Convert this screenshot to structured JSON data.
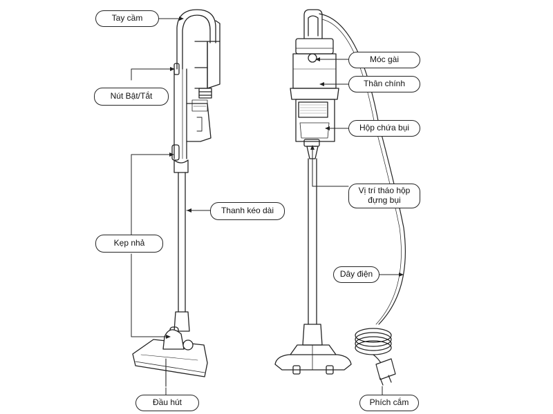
{
  "labels": {
    "tay_cam": "Tay cầm",
    "nut_bat_tat": "Nút Bật/Tắt",
    "kep_nha": "Kẹp nhả",
    "dau_hut": "Đầu hút",
    "thanh_keo_dai": "Thanh kéo dài",
    "moc_gai": "Móc gài",
    "than_chinh": "Thân chính",
    "hop_chua_bui": "Hộp chứa bụi",
    "vi_tri_thao_hop": "Vị trí tháo hộp\nđựng bụi",
    "day_dien": "Dây điện",
    "phich_cam": "Phích cắm"
  },
  "colors": {
    "line": "#222222",
    "fill": "#ffffff",
    "shade": "#dddddd"
  }
}
